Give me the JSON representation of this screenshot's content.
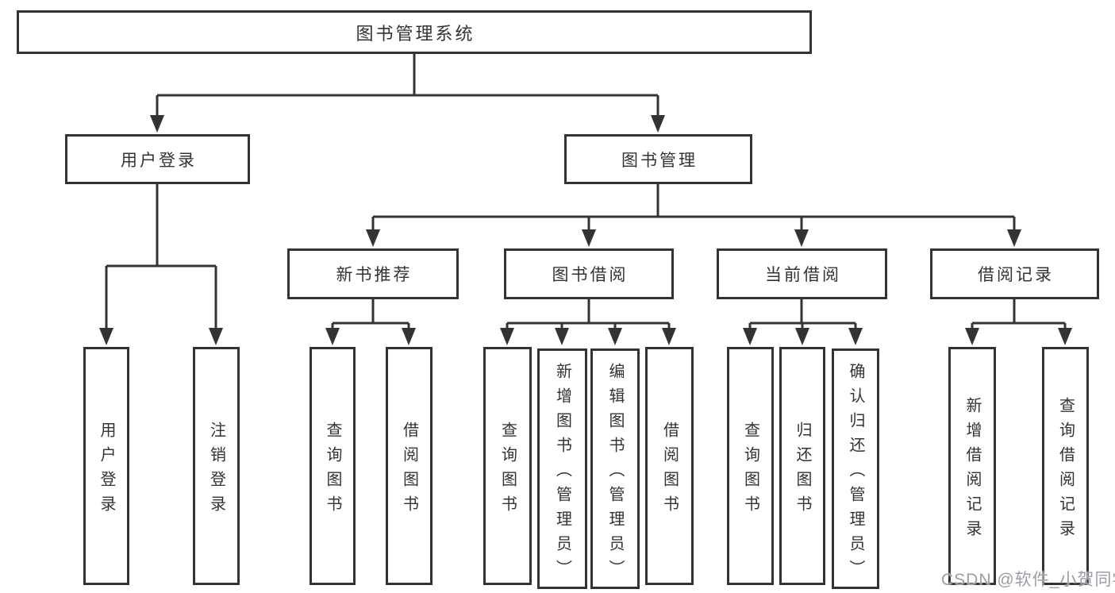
{
  "colors": {
    "line": "#333333",
    "box_border": "#333333",
    "text": "#333333",
    "background": "#ffffff",
    "watermark": "#9b9ea4"
  },
  "watermark": "CSDN @软件_小贺同学",
  "nodes": {
    "root": "图书管理系统",
    "level2": {
      "user_login": "用户登录",
      "book_management": "图书管理"
    },
    "level3": {
      "new_book_recommend": "新书推荐",
      "book_borrowing": "图书借阅",
      "current_borrowing": "当前借阅",
      "borrowing_records": "借阅记录"
    },
    "leaves": {
      "user_login": [
        "用户登录",
        "注销登录"
      ],
      "new_book_recommend": [
        "查询图书",
        "借阅图书"
      ],
      "book_borrowing": [
        "查询图书",
        "新增图书（管理员）",
        "编辑图书（管理员）",
        "借阅图书"
      ],
      "current_borrowing": [
        "查询图书",
        "归还图书",
        "确认归还（管理员）"
      ],
      "borrowing_records": [
        "新增借阅记录",
        "查询借阅记录"
      ]
    }
  }
}
